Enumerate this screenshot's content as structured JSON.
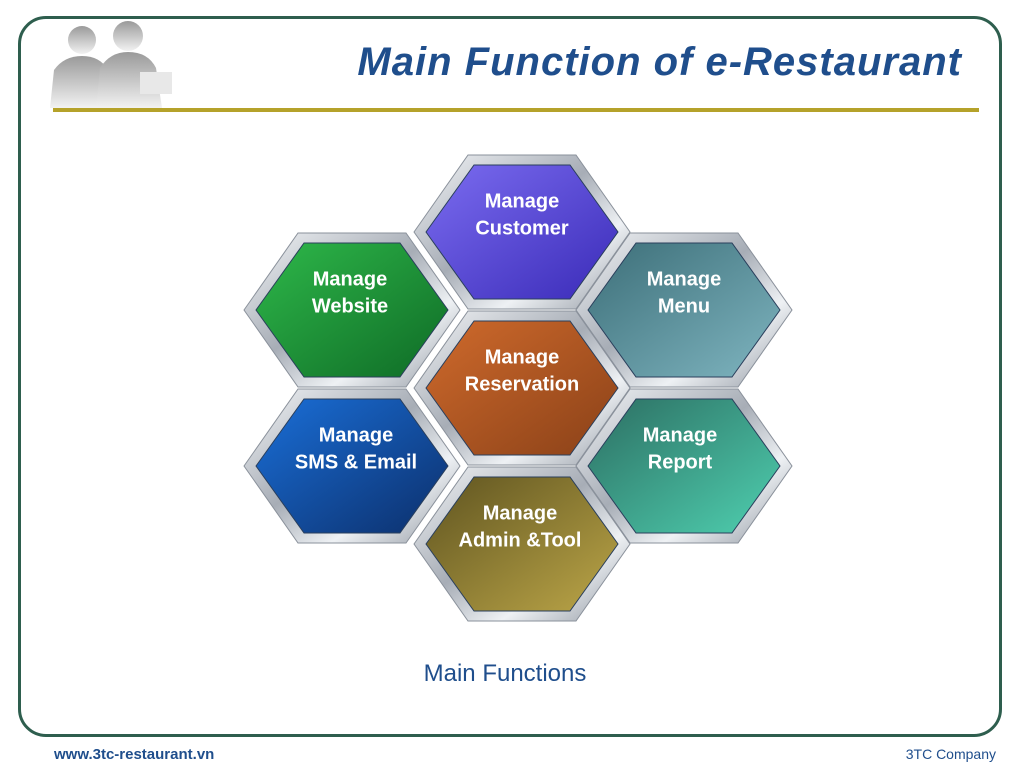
{
  "slide": {
    "title": "Main Function of e-Restaurant",
    "caption": "Main Functions",
    "footer_url": "www.3tc-restaurant.vn",
    "footer_company": "3TC Company"
  },
  "hexagons": [
    {
      "id": "customer",
      "lines": [
        "Manage",
        "Customer"
      ],
      "color_top": "#7b6cf0",
      "color_bottom": "#3a2bb8"
    },
    {
      "id": "website",
      "lines": [
        "Manage",
        "Website"
      ],
      "color_top": "#2eb84a",
      "color_bottom": "#0f6b26"
    },
    {
      "id": "menu",
      "lines": [
        "Manage",
        "Menu"
      ],
      "color_top": "#3c6e78",
      "color_bottom": "#7fb5c0"
    },
    {
      "id": "reservation",
      "lines": [
        "Manage",
        "Reservation"
      ],
      "color_top": "#cf6a2c",
      "color_bottom": "#8a4118"
    },
    {
      "id": "sms-email",
      "lines": [
        "Manage",
        "SMS & Email"
      ],
      "color_top": "#1a6fd8",
      "color_bottom": "#0c2f6b"
    },
    {
      "id": "report",
      "lines": [
        "Manage",
        "Report"
      ],
      "color_top": "#2c6e62",
      "color_bottom": "#4fd0b0"
    },
    {
      "id": "admin-tool",
      "lines": [
        "Manage",
        "Admin &Tool"
      ],
      "color_top": "#5f5420",
      "color_bottom": "#bca648"
    }
  ],
  "colors": {
    "frame": "#2e5e4e",
    "title": "#1f4e8c",
    "rule": "#b5a22a",
    "hex_border": "#c9ced6"
  }
}
